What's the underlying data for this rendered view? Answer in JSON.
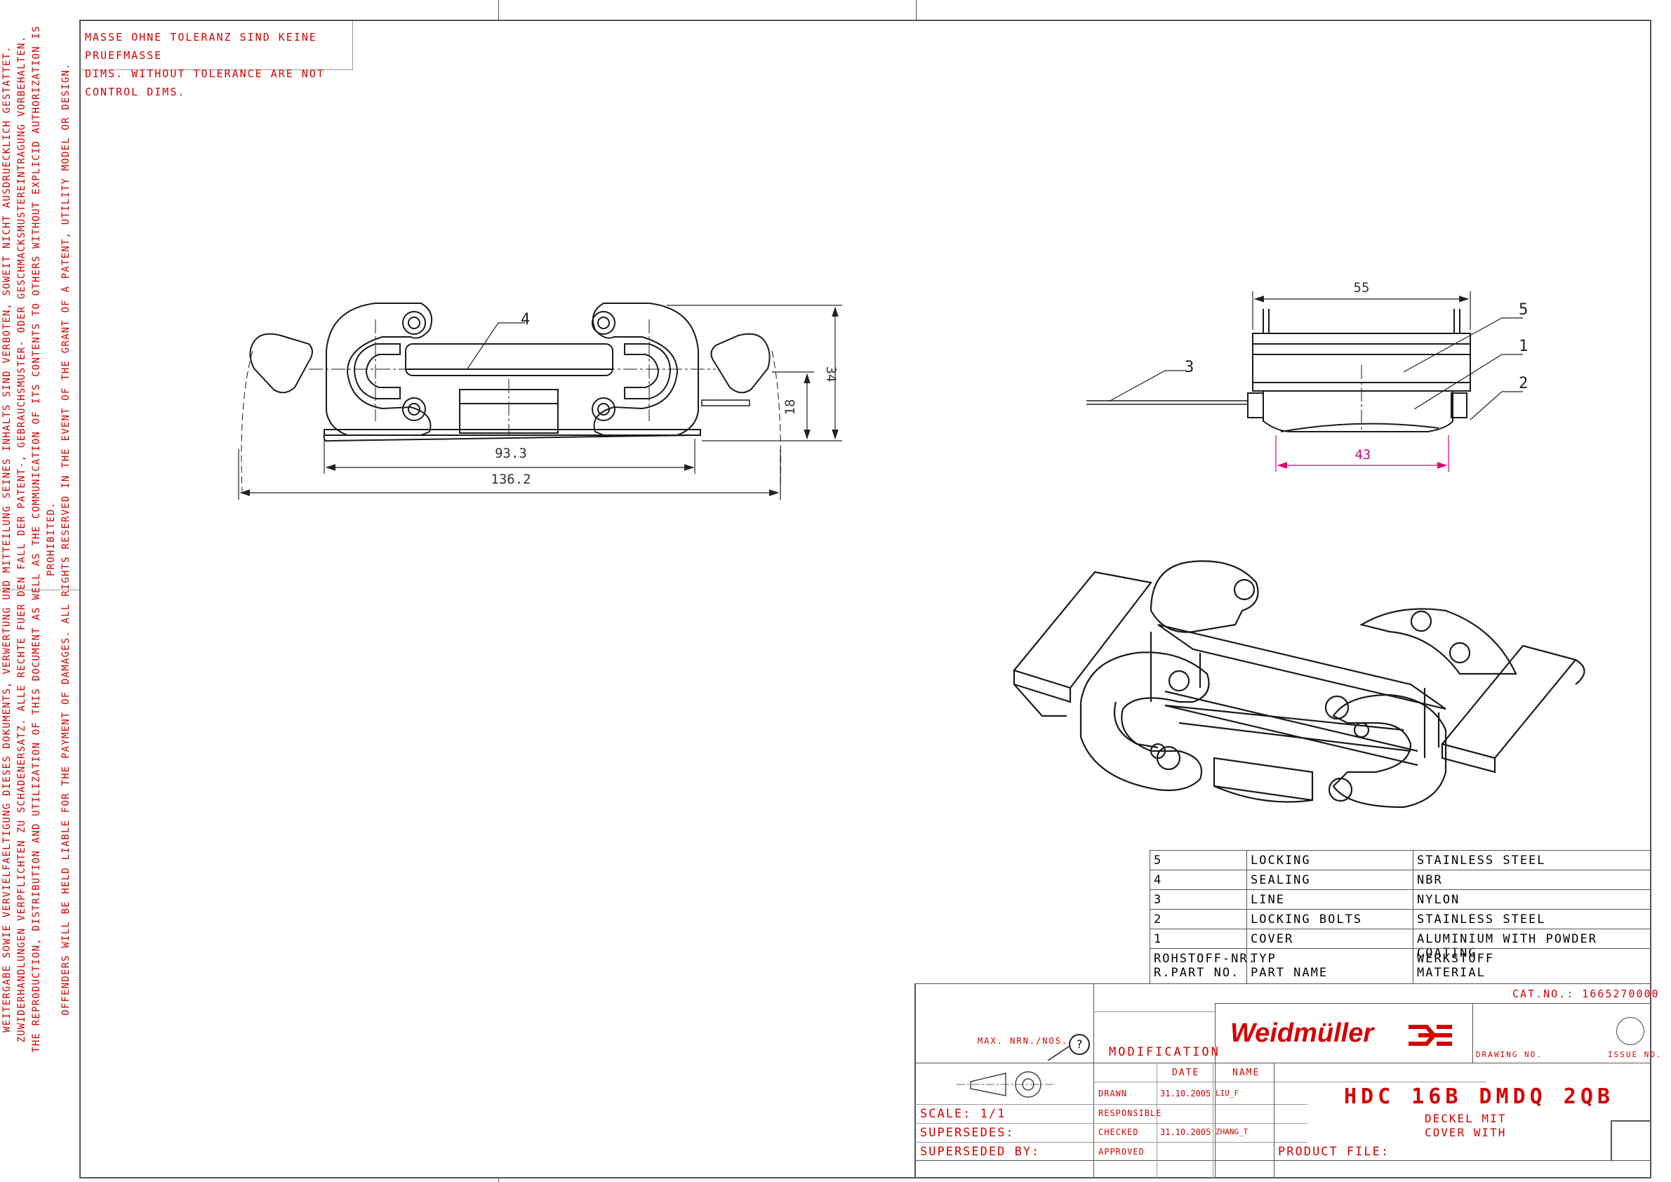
{
  "warning": {
    "line1": "MASSE OHNE TOLERANZ SIND KEINE PRUEFMASSE",
    "line2": "DIMS. WITHOUT TOLERANCE ARE NOT CONTROL DIMS."
  },
  "side_notice": {
    "line1": "WEITERGABE SOWIE VERVIELFAELTIGUNG DIESES DOKUMENTS, VERWERTUNG UND MITTEILUNG SEINES INHALTS SIND VERBOTEN, SOWEIT NICHT AUSDRUECKLICH GESTATTET.",
    "line2": "ZUWIDERHANDLUNGEN VERPFLICHTEN ZU SCHADENERSATZ. ALLE RECHTE FUER DEN FALL DER PATENT-, GEBRAUCHSMUSTER- ODER GESCHMACKSMUSTEREINTRAGUNG VORBEHALTEN.",
    "line3": "THE REPRODUCTION, DISTRIBUTION AND UTILIZATION OF THIS DOCUMENT AS WELL AS THE COMMUNICATION OF ITS CONTENTS TO OTHERS WITHOUT EXPLICID AUTHORIZATION IS PROHIBITED.",
    "line4": "OFFENDERS WILL BE HELD LIABLE FOR THE PAYMENT OF DAMAGES. ALL RIGHTS RESERVED IN THE EVENT OF THE GRANT OF A PATENT, UTILITY MODEL OR DESIGN."
  },
  "dims": {
    "front_width_inner": "93.3",
    "front_width_outer": "136.2",
    "front_height_total": "34",
    "front_height_partial": "18",
    "side_width_top": "55",
    "side_width_bottom": "43"
  },
  "callouts": {
    "c1": "1",
    "c2": "2",
    "c3": "3",
    "c4": "4",
    "c5": "5"
  },
  "bom": {
    "rows": [
      {
        "no": "5",
        "name": "LOCKING",
        "material": "STAINLESS STEEL"
      },
      {
        "no": "4",
        "name": "SEALING",
        "material": "NBR"
      },
      {
        "no": "3",
        "name": "LINE",
        "material": "NYLON"
      },
      {
        "no": "2",
        "name": "LOCKING BOLTS",
        "material": "STAINLESS STEEL"
      },
      {
        "no": "1",
        "name": "COVER",
        "material": "ALUMINIUM WITH POWDER COATING"
      }
    ],
    "header": {
      "no_de": "ROHSTOFF-NR.",
      "no_en": "R.PART NO.",
      "name_de": "TYP",
      "name_en": "PART NAME",
      "mat_de": "WERKSTOFF",
      "mat_en": "MATERIAL"
    }
  },
  "title_block": {
    "cat_no": "CAT.NO.: 1665270000",
    "max_nrn": "MAX. NRN./NOS.",
    "help_symbol": "?",
    "modification": "MODIFICATION",
    "brand": "Weidmüller",
    "drawing_no": "DRAWING NO.",
    "issue_no": "ISSUE NO.",
    "date_header": "DATE",
    "name_header": "NAME",
    "drawn": "DRAWN",
    "drawn_date": "31.10.2005",
    "drawn_name": "LIU_F",
    "responsible": "RESPONSIBLE",
    "checked": "CHECKED",
    "checked_date": "31.10.2005",
    "checked_name": "ZHANG_T",
    "approved": "APPROVED",
    "scale": "SCALE: 1/1",
    "supersedes": "SUPERSEDES:",
    "superseded_by": "SUPERSEDED BY:",
    "title": "HDC 16B DMDQ 2QB",
    "sub_de": "DECKEL MIT",
    "sub_en": "COVER WITH",
    "product_file": "PRODUCT FILE:"
  },
  "colors": {
    "red": "#d40000",
    "line": "#1a1a1a",
    "magenta": "#e0007a"
  }
}
